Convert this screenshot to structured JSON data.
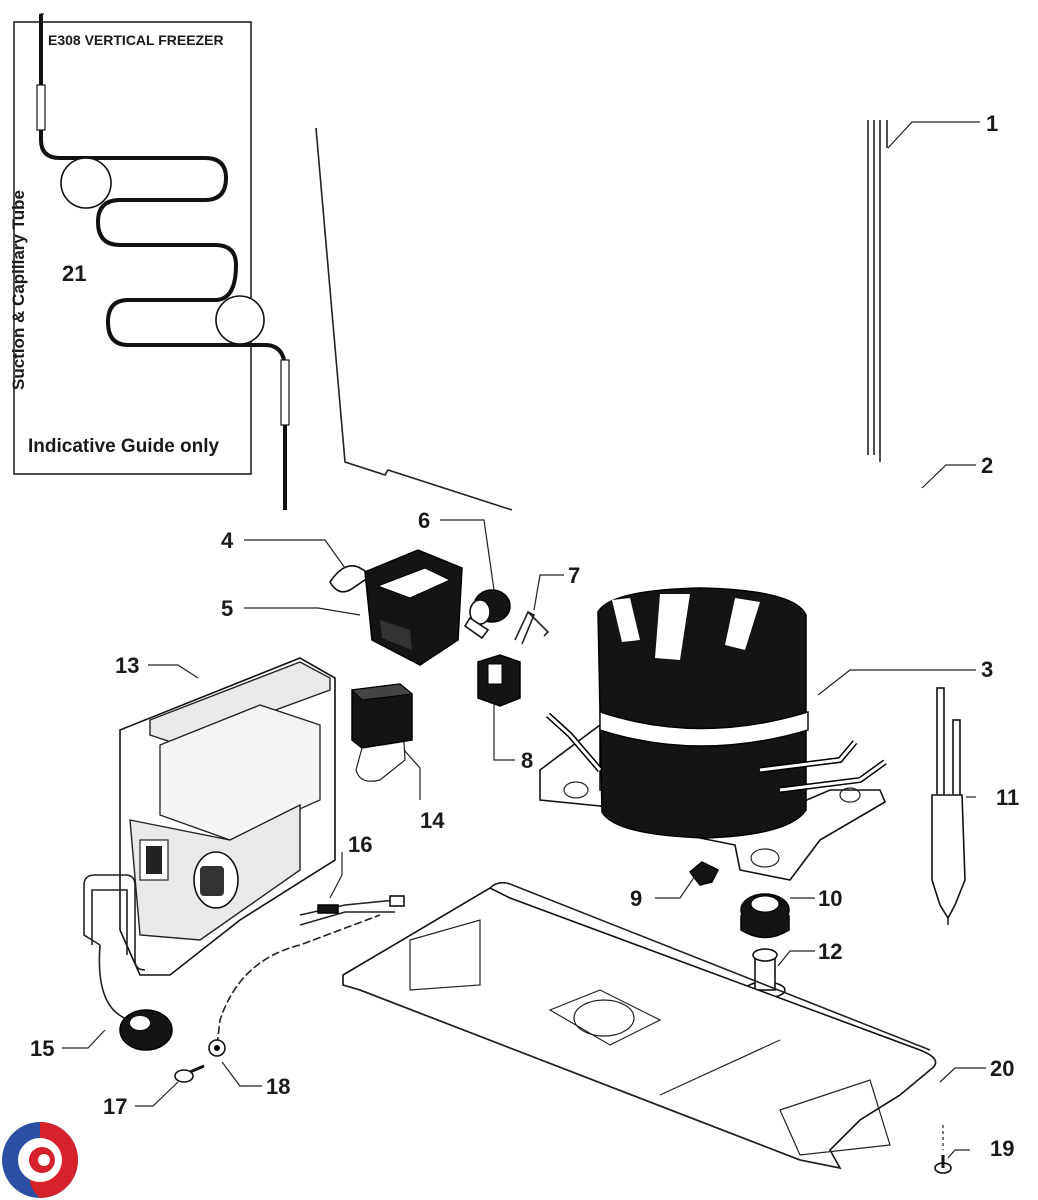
{
  "inset": {
    "title": "E308 VERTICAL FREEZER",
    "side_label": "Suction & Capillary Tube",
    "part_number": "21",
    "note": "Indicative  Guide only"
  },
  "callouts": [
    "1",
    "2",
    "3",
    "4",
    "5",
    "6",
    "7",
    "8",
    "9",
    "10",
    "11",
    "12",
    "13",
    "14",
    "15",
    "16",
    "17",
    "18",
    "19",
    "20"
  ],
  "colors": {
    "line": "#222222",
    "logo_red": "#d6232b",
    "logo_blue": "#2c4fa3"
  }
}
